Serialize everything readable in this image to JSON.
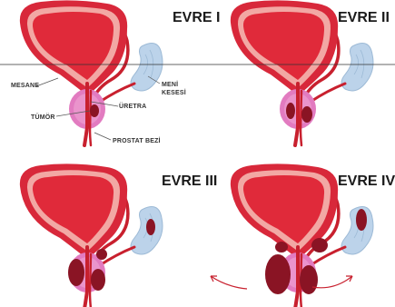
{
  "panels": [
    {
      "title": "EVRE I"
    },
    {
      "title": "EVRE II"
    },
    {
      "title": "EVRE III"
    },
    {
      "title": "EVRE IV"
    }
  ],
  "labels": {
    "bladder": "MESANE",
    "seminal_vesicle_line1": "MENİ",
    "seminal_vesicle_line2": "KESESİ",
    "tumor": "TÜMÖR",
    "urethra": "ÜRETRA",
    "prostate": "PROSTAT BEZİ"
  },
  "colors": {
    "bladder_outer": "#d8283a",
    "bladder_rim": "#f2a8a4",
    "bladder_inner": "#e02a3a",
    "prostate": "#e27bc0",
    "tumor": "#8a1424",
    "seminal_vesicle": "#bcd3ea",
    "seminal_vesicle_edge": "#9dbad6",
    "vessel": "#c8202e",
    "label_text": "#333333"
  }
}
